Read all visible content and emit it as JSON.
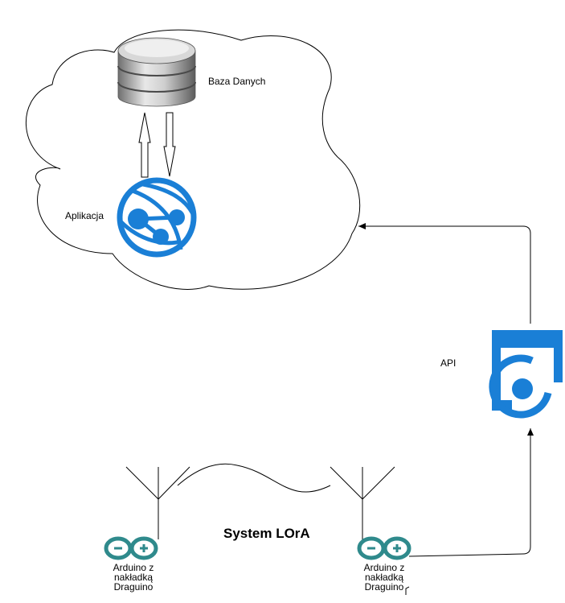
{
  "labels": {
    "database": "Baza Danych",
    "application": "Aplikacja",
    "api": "API",
    "system": "System LOrA",
    "node_left": [
      "Arduino z",
      "nakładką",
      "Draguino"
    ],
    "node_right": [
      "Arduino z",
      "nakładką",
      "Draguino"
    ]
  },
  "icons": {
    "database": "database-icon",
    "application": "web-app-globe-icon",
    "api": "api-window-icon",
    "antenna": "antenna-icon",
    "arduino": "arduino-logo-icon",
    "cloud": "cloud-shape"
  },
  "colors": {
    "azure_blue": "#1a7fd6",
    "arduino_teal": "#2f8a8c",
    "line": "#000000"
  }
}
